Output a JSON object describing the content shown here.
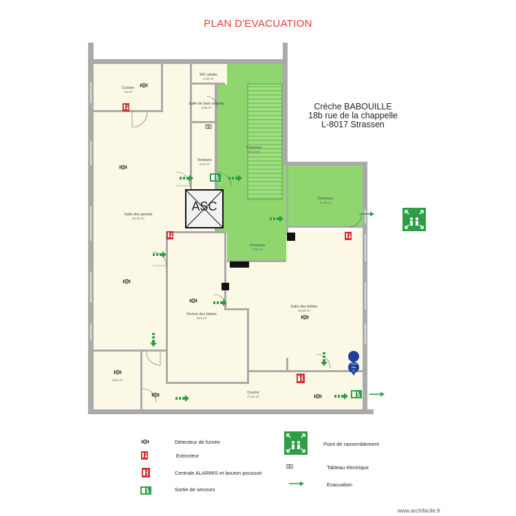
{
  "title": "PLAN D'EVACUATION",
  "address": {
    "line1": "Crèche BABOUILLE",
    "line2": "18b rue de la chappelle",
    "line3": "L-8017 Strassen"
  },
  "elevator_label": "ASC",
  "rooms": [
    {
      "id": "cuisine",
      "name": "Cuisine",
      "area": "7,6 m²"
    },
    {
      "id": "wc-adulte",
      "name": "WC adulte",
      "area": "1,40 m²"
    },
    {
      "id": "salle-de-bain",
      "name": "Salle de bain enfants",
      "area": "3,65 m²"
    },
    {
      "id": "vestiaire",
      "name": "Vestiaire",
      "area": "4,23 m²"
    },
    {
      "id": "commun-stairs",
      "name": "Commun",
      "area": "22,10 m²"
    },
    {
      "id": "commun-right",
      "name": "Commun",
      "area": "11,65 m²"
    },
    {
      "id": "commun-bottom",
      "name": "Commun",
      "area": "3,78 m²"
    },
    {
      "id": "salle-grands",
      "name": "Salle des grands",
      "area": "62,34 m²"
    },
    {
      "id": "dortoir",
      "name": "Dortoir des bébés",
      "area": "25,6 m²"
    },
    {
      "id": "salle-bebes",
      "name": "Salle des bébés",
      "area": "36,66 m²"
    },
    {
      "id": "small-room",
      "name": "",
      "area": "8,64 m²"
    },
    {
      "id": "couloir",
      "name": "Couloir",
      "area": "17,52 m²"
    }
  ],
  "vous_etes_ici": {
    "line1": "Vous",
    "line2": "êtes",
    "line3": "ici"
  },
  "legend": {
    "smoke": "Détecteur de fumée",
    "extinguisher": "Extincteur",
    "alarm": "Centrale ALARMIS et bouton poussoir",
    "exit": "Sortie de secours",
    "assembly": "Point de rassemblement",
    "panel": "Tableau électrique",
    "evacuation": "Evacuation"
  },
  "watermark": "www.archifacile.fr",
  "colors": {
    "room_fill": "#fbf8e6",
    "common_fill": "#8fd66f",
    "wall": "#aaaaaa",
    "exit_green": "#2e9e45",
    "fire_red": "#d32f2f",
    "title_red": "#e53935",
    "marker_blue": "#1f3d99"
  }
}
